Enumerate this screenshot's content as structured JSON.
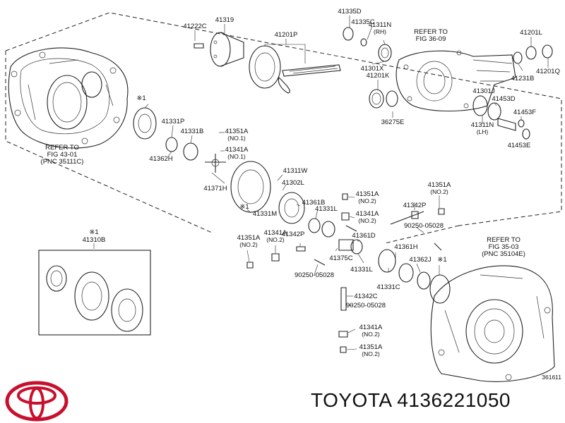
{
  "brand_title": "TOYOTA 4136221050",
  "diagram_ref": "361611",
  "refer_labels": {
    "left_case": [
      "REFER TO",
      "FIG 43-01",
      "(PNC 35111C)"
    ],
    "right_carrier": [
      "REFER TO",
      "FIG 36-09"
    ],
    "transaxle": [
      "REFER TO",
      "FIG 35-03",
      "(PNC 35104E)"
    ]
  },
  "kit": {
    "mark": "※1",
    "code": "41310B"
  },
  "parts": [
    {
      "id": "p1",
      "lines": [
        "41222C"
      ]
    },
    {
      "id": "p2",
      "lines": [
        "41319"
      ]
    },
    {
      "id": "p3",
      "lines": [
        "41201P"
      ]
    },
    {
      "id": "p4",
      "lines": [
        "41335D"
      ]
    },
    {
      "id": "p5",
      "lines": [
        "41335C"
      ]
    },
    {
      "id": "p6",
      "lines": [
        "41311N",
        "(RH)"
      ]
    },
    {
      "id": "p7",
      "lines": [
        "41301X"
      ]
    },
    {
      "id": "p8",
      "lines": [
        "41201K"
      ]
    },
    {
      "id": "p9",
      "lines": [
        "36275E"
      ]
    },
    {
      "id": "p10",
      "lines": [
        "41201L"
      ]
    },
    {
      "id": "p11",
      "lines": [
        "41231B"
      ]
    },
    {
      "id": "p12",
      "lines": [
        "41201Q"
      ]
    },
    {
      "id": "p13",
      "lines": [
        "41301J"
      ]
    },
    {
      "id": "p14",
      "lines": [
        "41453D"
      ]
    },
    {
      "id": "p15",
      "lines": [
        "41453F"
      ]
    },
    {
      "id": "p16",
      "lines": [
        "41311N",
        "(LH)"
      ]
    },
    {
      "id": "p17",
      "lines": [
        "41453E"
      ]
    },
    {
      "id": "p18",
      "lines": [
        "※1"
      ]
    },
    {
      "id": "p19",
      "lines": [
        "41331P"
      ]
    },
    {
      "id": "p20",
      "lines": [
        "41331B"
      ]
    },
    {
      "id": "p21",
      "lines": [
        "41351A",
        "(NO.1)"
      ]
    },
    {
      "id": "p22",
      "lines": [
        "41341A",
        "(NO.1)"
      ]
    },
    {
      "id": "p23",
      "lines": [
        "41362H"
      ]
    },
    {
      "id": "p24",
      "lines": [
        "41311W"
      ]
    },
    {
      "id": "p25",
      "lines": [
        "41302L"
      ]
    },
    {
      "id": "p26",
      "lines": [
        "41371H"
      ]
    },
    {
      "id": "p27",
      "lines": [
        "※1"
      ]
    },
    {
      "id": "p28",
      "lines": [
        "41331M"
      ]
    },
    {
      "id": "p29",
      "lines": [
        "41361B"
      ]
    },
    {
      "id": "p30",
      "lines": [
        "41331L"
      ]
    },
    {
      "id": "p31",
      "lines": [
        "41351A",
        "(NO.2)"
      ]
    },
    {
      "id": "p32",
      "lines": [
        "41341A",
        "(NO.2)"
      ]
    },
    {
      "id": "p33",
      "lines": [
        "41351A",
        "(NO.2)"
      ]
    },
    {
      "id": "p34",
      "lines": [
        "41342P"
      ]
    },
    {
      "id": "p35",
      "lines": [
        "90250-05028"
      ]
    },
    {
      "id": "p36",
      "lines": [
        "41341A",
        "(NO.2)"
      ]
    },
    {
      "id": "p37",
      "lines": [
        "41342P"
      ]
    },
    {
      "id": "p38",
      "lines": [
        "41351A",
        "(NO.2)"
      ]
    },
    {
      "id": "p39",
      "lines": [
        "41361D"
      ]
    },
    {
      "id": "p40",
      "lines": [
        "41375C"
      ]
    },
    {
      "id": "p41",
      "lines": [
        "41331L"
      ]
    },
    {
      "id": "p42",
      "lines": [
        "41361H"
      ]
    },
    {
      "id": "p43",
      "lines": [
        "41362J"
      ]
    },
    {
      "id": "p44",
      "lines": [
        "※1"
      ]
    },
    {
      "id": "p45",
      "lines": [
        "41331C"
      ]
    },
    {
      "id": "p46",
      "lines": [
        "90250-05028"
      ]
    },
    {
      "id": "p47",
      "lines": [
        "41342C"
      ]
    },
    {
      "id": "p48",
      "lines": [
        "90250-05028"
      ]
    },
    {
      "id": "p49",
      "lines": [
        "41341A",
        "(NO.2)"
      ]
    },
    {
      "id": "p50",
      "lines": [
        "41351A",
        "(NO.2)"
      ]
    }
  ]
}
